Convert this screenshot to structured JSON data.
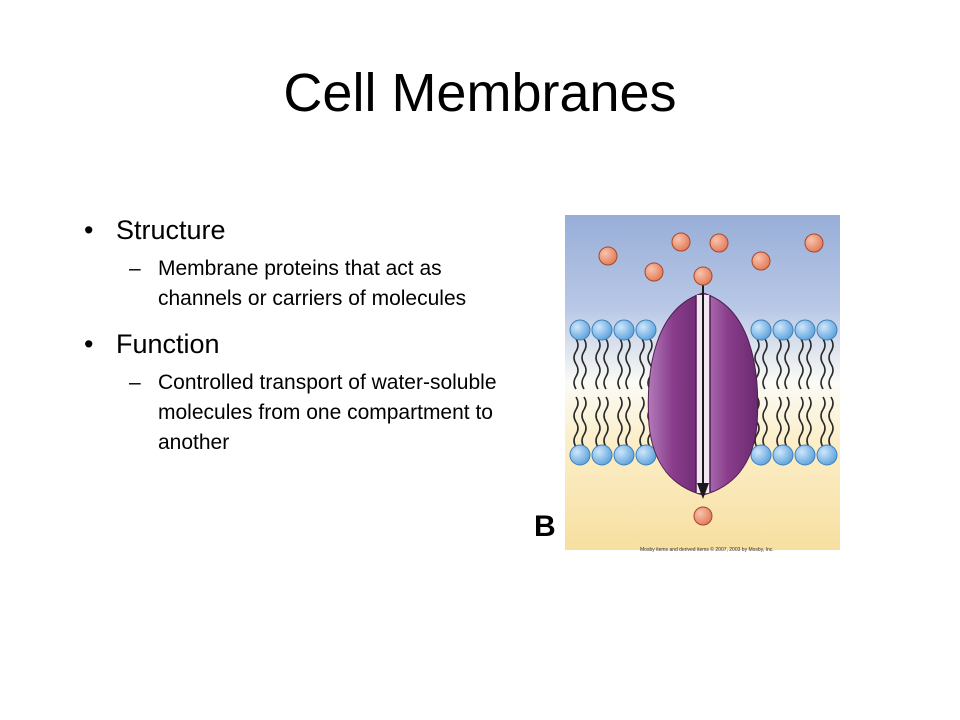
{
  "slide": {
    "title": "Cell Membranes",
    "bullets": [
      {
        "marker": "•",
        "text": "Structure",
        "sub": [
          {
            "marker": "–",
            "text": "Membrane proteins that act as channels or carriers of molecules"
          }
        ]
      },
      {
        "marker": "•",
        "text": "Function",
        "sub": [
          {
            "marker": "–",
            "text": "Controlled transport of water-soluble molecules from one compartment to another"
          }
        ]
      }
    ]
  },
  "figure": {
    "label": "B",
    "credit": "Mosby items and derived items © 2007, 2003 by Mosby, Inc.",
    "colors": {
      "extracellular": "#98aed8",
      "intracellular": "#f7dfa0",
      "molecule": "#e88a6a",
      "lipid_head": "#7ab6e6",
      "protein": "#8a3d8c",
      "arrow": "#1a1a1a"
    }
  }
}
